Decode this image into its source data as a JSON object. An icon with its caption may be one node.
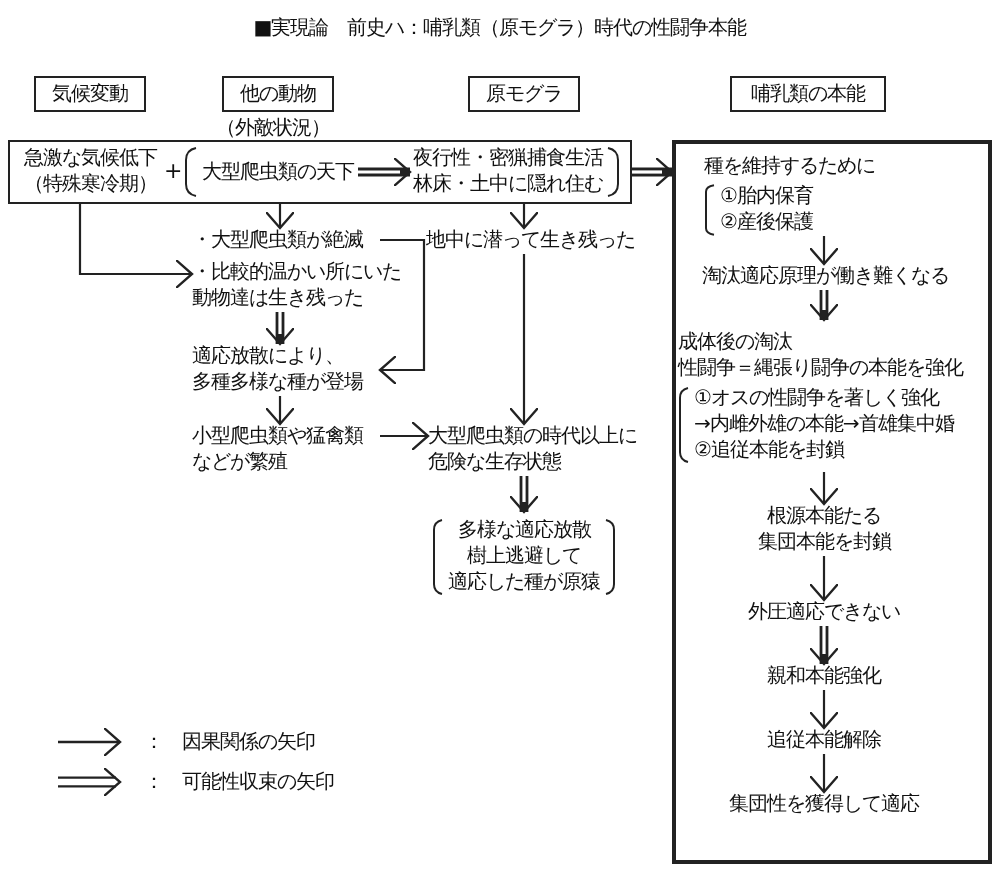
{
  "diagram": {
    "title": "■実現論　前史ハ：哺乳類（原モグラ）時代の性闘争本能",
    "nodes": [
      {
        "text": [
          "気候変動"
        ]
      },
      {
        "text": [
          "他の動物"
        ],
        "beside": [
          "（外敵状況）"
        ]
      },
      {
        "text": [
          "原モグラ"
        ]
      },
      {
        "text": [
          "哺乳類の本能"
        ]
      },
      {
        "text": [],
        "shape": "box"
      },
      {
        "text": [
          "急激な気候低下",
          "（特殊寒冷期）"
        ],
        "in": 4
      },
      {
        "text": [
          "大型爬虫類の天下"
        ],
        "in": 4
      },
      {
        "text": [
          "夜行性・密猟捕食生活",
          "林床・土中に隠れ住む"
        ],
        "in": 4
      },
      {
        "text": [],
        "shape": "box"
      },
      {
        "text": [
          "種を維持するために",
          "①胎内保育",
          "②産後保護"
        ],
        "in": 8
      },
      {
        "text": [
          "淘汰適応原理が働き難くなる"
        ],
        "in": 8
      },
      {
        "text": [
          "成体後の淘汰",
          "性闘争＝縄張り闘争の本能を強化",
          "①オスの性闘争を著しく強化",
          "→内雌外雄の本能→首雄集中婚",
          "②追従本能を封鎖"
        ],
        "in": 8
      },
      {
        "text": [
          "根源本能たる",
          "集団本能を封鎖"
        ],
        "in": 8
      },
      {
        "text": [
          "外圧適応できない"
        ],
        "in": 8
      },
      {
        "text": [
          "親和本能強化"
        ],
        "in": 8
      },
      {
        "text": [
          "追従本能解除"
        ],
        "in": 8
      },
      {
        "text": [
          "集団性を獲得して適応"
        ],
        "in": 8
      },
      {
        "text": [
          "・大型爬虫類が絶滅"
        ]
      },
      {
        "text": [
          "・比較的温かい所にいた",
          "動物達は生き残った"
        ]
      },
      {
        "text": [
          "適応放散により、",
          "多種多様な種が登場"
        ]
      },
      {
        "text": [
          "小型爬虫類や猛禽類",
          "などが繁殖"
        ]
      },
      {
        "text": [
          "地中に潜って生き残った"
        ]
      },
      {
        "text": [
          "大型爬虫類の時代以上に",
          "危険な生存状態"
        ]
      },
      {
        "text": [
          "多様な適応放散",
          "樹上逃避して",
          "適応した種が原猿"
        ]
      }
    ],
    "edges": [
      {
        "from": 6,
        "to": 7,
        "arrow": "to",
        "style": "thick"
      },
      {
        "from": 4,
        "to": 8,
        "arrow": "to",
        "style": "thick"
      },
      {
        "from": 9,
        "to": 10,
        "arrow": "to"
      },
      {
        "from": 10,
        "to": 11,
        "arrow": "to",
        "style": "thick"
      },
      {
        "from": 11,
        "to": 12,
        "arrow": "to"
      },
      {
        "from": 12,
        "to": 13,
        "arrow": "to"
      },
      {
        "from": 13,
        "to": 14,
        "arrow": "to",
        "style": "thick"
      },
      {
        "from": 14,
        "to": 15,
        "arrow": "to"
      },
      {
        "from": 15,
        "to": 16,
        "arrow": "to"
      },
      {
        "from": 4,
        "to": 18,
        "arrow": "to"
      },
      {
        "from": 4,
        "to": 17,
        "arrow": "to"
      },
      {
        "from": 17,
        "to": 19,
        "arrow": "to"
      },
      {
        "from": 18,
        "to": 19,
        "arrow": "to",
        "style": "thick"
      },
      {
        "from": 19,
        "to": 20,
        "arrow": "to"
      },
      {
        "from": 20,
        "to": 22,
        "arrow": "to"
      },
      {
        "from": 4,
        "to": 21,
        "arrow": "to"
      },
      {
        "from": 21,
        "to": 22,
        "arrow": "to"
      },
      {
        "from": 22,
        "to": 23,
        "arrow": "to",
        "style": "thick"
      }
    ],
    "labels": [
      "+"
    ],
    "legend": [
      {
        "text": "：　因果関係の矢印"
      },
      {
        "text": "：　可能性収束の矢印"
      }
    ]
  }
}
